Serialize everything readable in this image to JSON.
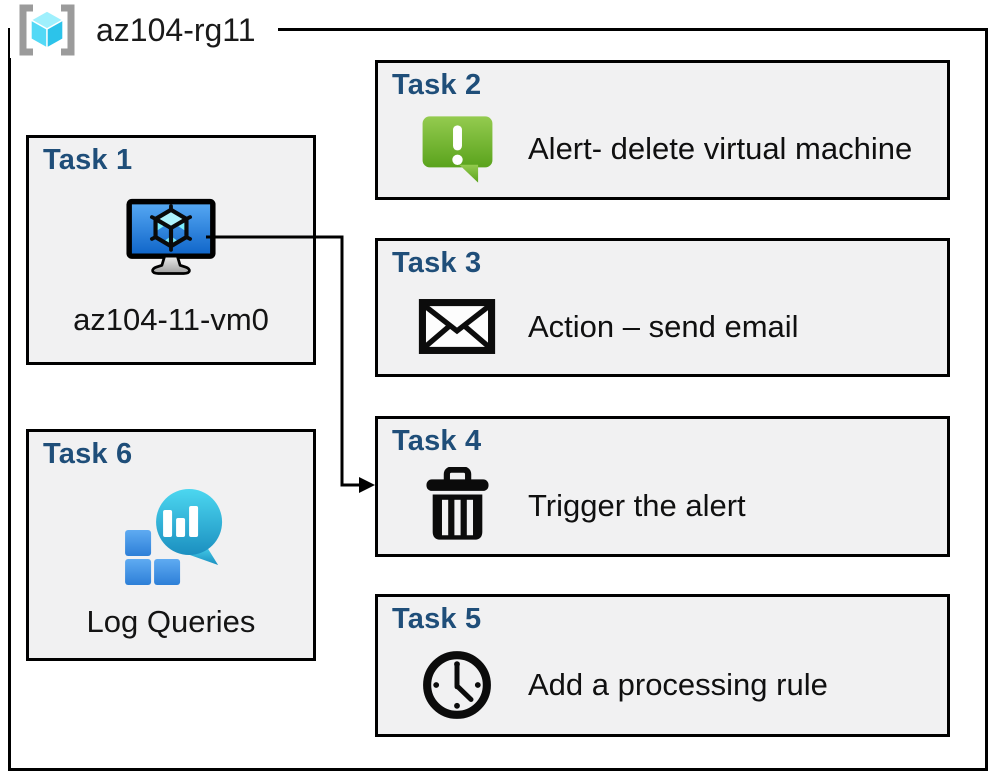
{
  "group": {
    "label": "az104-rg11",
    "icon": "resource-group-icon"
  },
  "tasks": {
    "t1": {
      "heading": "Task 1",
      "label": "az104-11-vm0",
      "icon": "virtual-machine-icon"
    },
    "t2": {
      "heading": "Task 2",
      "label": "Alert- delete virtual machine",
      "icon": "alert-message-icon"
    },
    "t3": {
      "heading": "Task 3",
      "label": "Action – send email",
      "icon": "email-envelope-icon"
    },
    "t4": {
      "heading": "Task 4",
      "label": "Trigger the alert",
      "icon": "trash-can-icon"
    },
    "t5": {
      "heading": "Task 5",
      "label": "Add a processing rule",
      "icon": "clock-icon"
    },
    "t6": {
      "heading": "Task 6",
      "label": "Log Queries",
      "icon": "log-queries-icon"
    }
  },
  "connector": {
    "from": "task-1-virtual-machine",
    "to": "task-4"
  },
  "colors": {
    "heading_navy": "#1F4E79",
    "box_fill": "#F1F1F2",
    "outline_black": "#000000",
    "vm_screen_blue": "#1E7BD8",
    "alert_green": "#74B937",
    "log_teal": "#2BB3DE",
    "square_blue": "#3B8DE0",
    "azure_cyan": "#50E6FF",
    "bracket_gray": "#9B9B9B"
  }
}
